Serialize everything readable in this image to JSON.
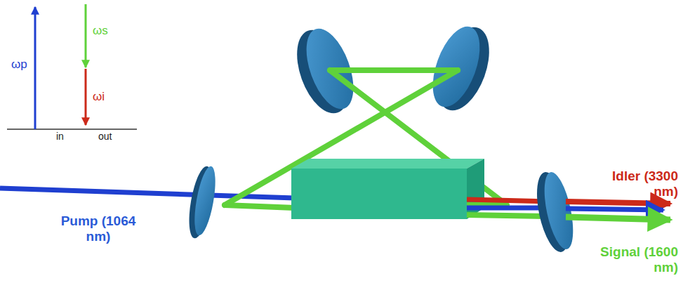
{
  "diagram": {
    "labels": [
      "ωp",
      "ωs",
      "ωi",
      "in",
      "out",
      "Pump (1064 nm)",
      "Idler (3300 nm)",
      "Signal (1600 nm)"
    ]
  }
}
